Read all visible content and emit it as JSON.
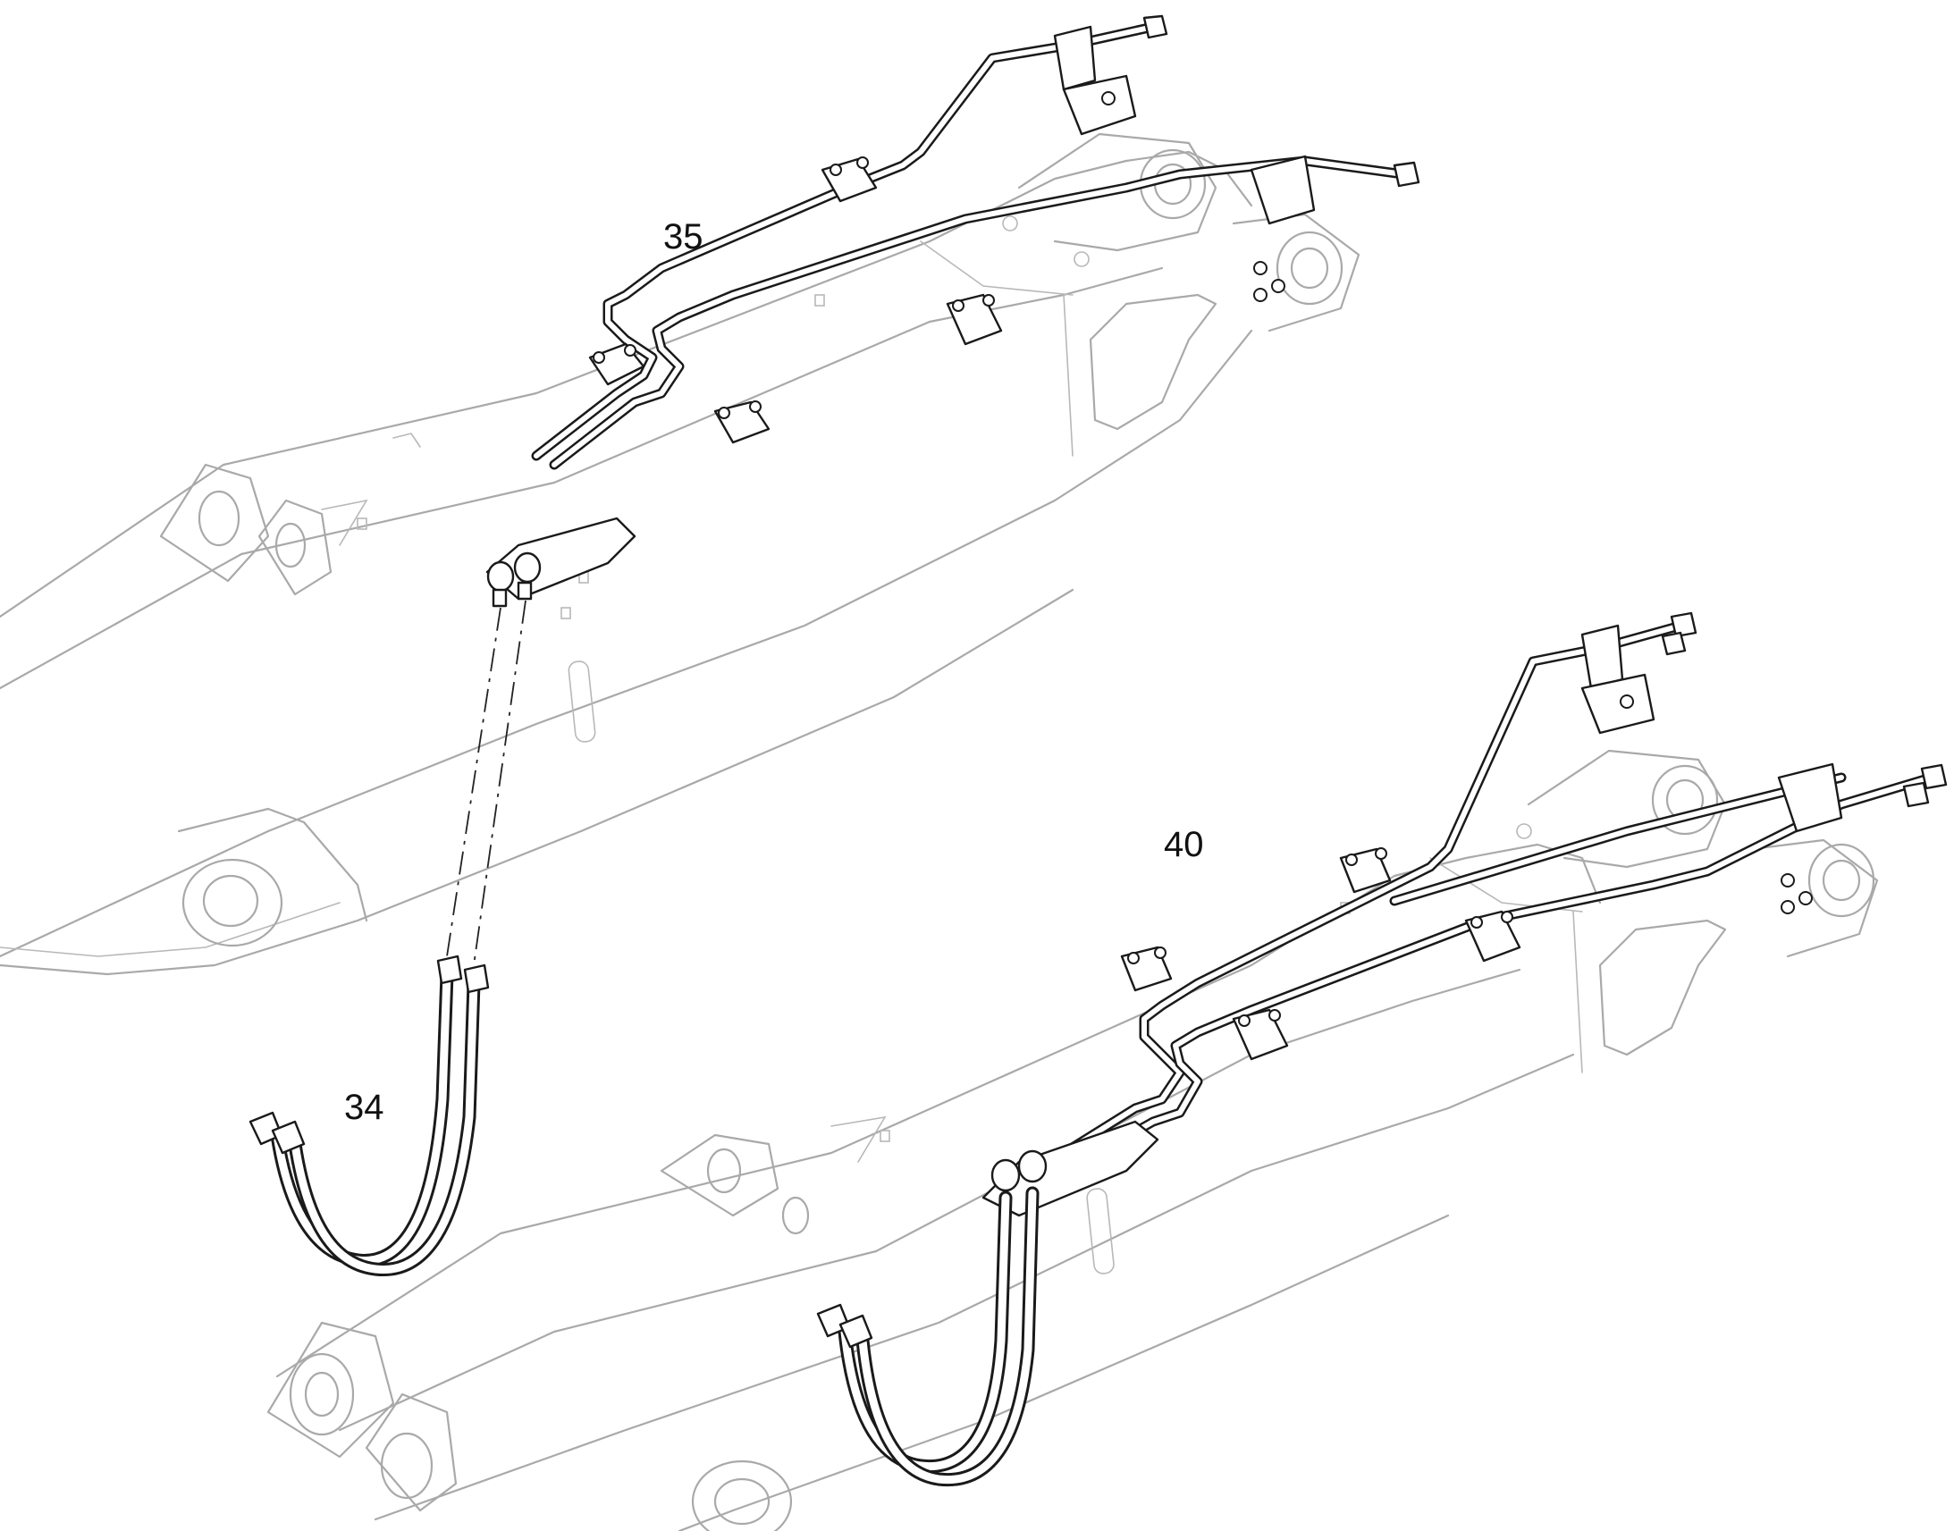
{
  "callouts": [
    {
      "id": "c35",
      "text": "35"
    },
    {
      "id": "c40",
      "text": "40"
    },
    {
      "id": "c34",
      "text": "34"
    }
  ],
  "colors": {
    "background": "#ffffff",
    "boom_outline": "#a9a9a9",
    "pipe_outline": "#1a1a1a"
  }
}
